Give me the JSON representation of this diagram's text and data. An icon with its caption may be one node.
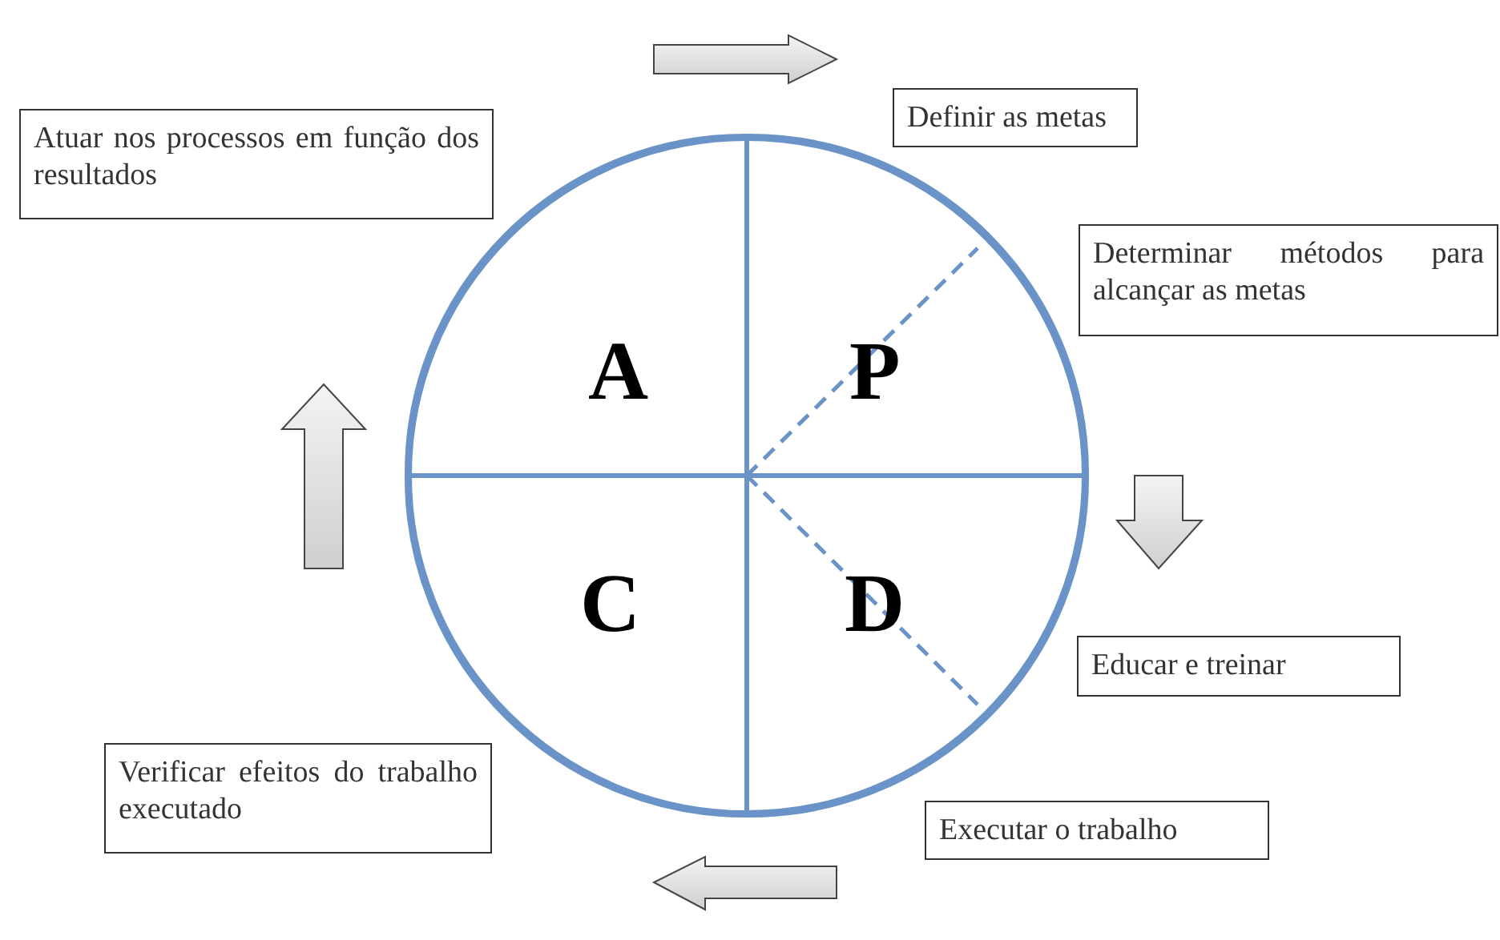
{
  "diagram": {
    "nodes": [
      {
        "text": [
          "Atuar nos processos em função dos resultados"
        ]
      },
      {
        "text": [
          "Definir as metas"
        ]
      },
      {
        "text": [
          "Determinar métodos para alcançar as metas"
        ]
      },
      {
        "text": [],
        "shape": "circle"
      },
      {
        "text": [
          "A"
        ],
        "in": 3
      },
      {
        "text": [
          "P"
        ],
        "in": 3
      },
      {
        "text": [
          "C"
        ],
        "in": 3
      },
      {
        "text": [
          "D"
        ],
        "in": 3
      },
      {
        "text": [
          "Educar e treinar"
        ]
      },
      {
        "text": [
          "Verificar efeitos do trabalho executado"
        ]
      },
      {
        "text": [
          "Executar o trabalho"
        ]
      }
    ]
  }
}
